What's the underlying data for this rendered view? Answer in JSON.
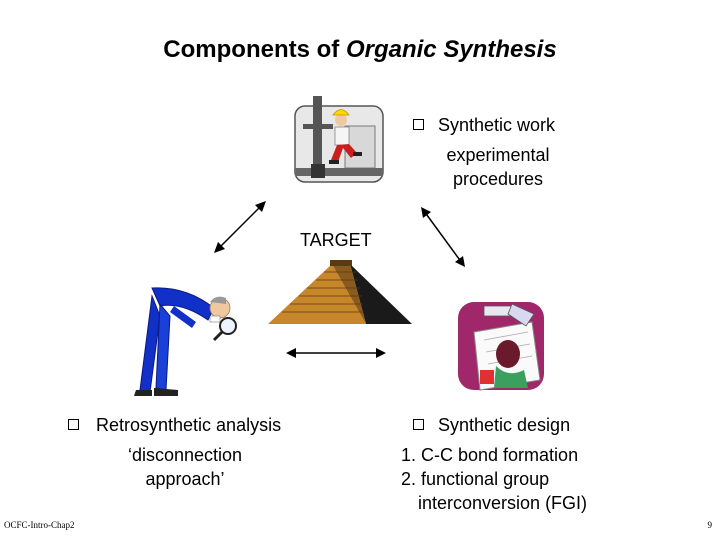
{
  "title": {
    "prefix": "Components of ",
    "emphasis": "Organic Synthesis"
  },
  "target_label": "TARGET",
  "synthetic_work": {
    "heading": "Synthetic work",
    "lines": [
      "experimental",
      "procedures"
    ]
  },
  "retrosynthetic": {
    "heading": "Retrosynthetic analysis",
    "lines": [
      "‘disconnection",
      "approach’"
    ]
  },
  "synthetic_design": {
    "heading": "Synthetic design",
    "lines": [
      "1. C-C bond formation",
      "2. functional group",
      "interconversion (FGI)"
    ]
  },
  "footer": {
    "left": "OCFC-Intro-Chap2",
    "right": "9"
  },
  "icons": [
    "worker-clipart-icon",
    "pyramid-target-icon",
    "detective-magnifier-icon",
    "design-clipart-icon"
  ],
  "colors": {
    "pyramid_light": "#c8862a",
    "pyramid_dark": "#1a1a1a",
    "detective_suit": "#1030c8",
    "design_bg": "#a0286a"
  }
}
